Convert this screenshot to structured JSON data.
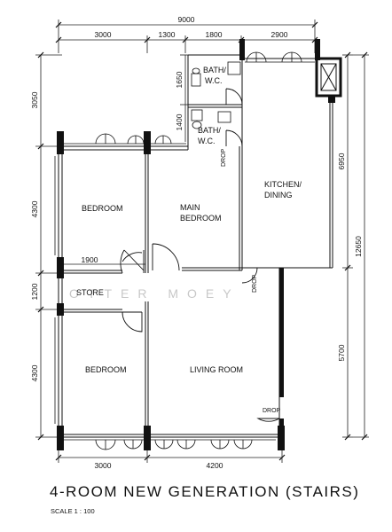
{
  "dimensions": {
    "top_total": "9000",
    "top_segments": [
      "3000",
      "1300",
      "1800",
      "2900"
    ],
    "left": [
      "3050",
      "4300",
      "1200",
      "4300"
    ],
    "bath_heights": [
      "1650",
      "1400"
    ],
    "right_inner": [
      "6950",
      "5700"
    ],
    "right_total": "12650",
    "bottom": [
      "3000",
      "4200"
    ],
    "store_width": "1900"
  },
  "rooms": {
    "bath_1": [
      "BATH/",
      "W.C."
    ],
    "bath_2": [
      "BATH/",
      "W.C."
    ],
    "kitchen": [
      "KITCHEN/",
      "DINING"
    ],
    "bedroom_top": "BEDROOM",
    "main_bedroom": [
      "MAIN",
      "BEDROOM"
    ],
    "store": "STORE",
    "bedroom_bottom": "BEDROOM",
    "living_room": "LIVING ROOM"
  },
  "drops": [
    "DROP",
    "DROP",
    "DROP"
  ],
  "watermark": "OTTER MOEY",
  "title": "4-ROOM NEW GENERATION (STAIRS)",
  "scale": "SCALE 1 : 100"
}
